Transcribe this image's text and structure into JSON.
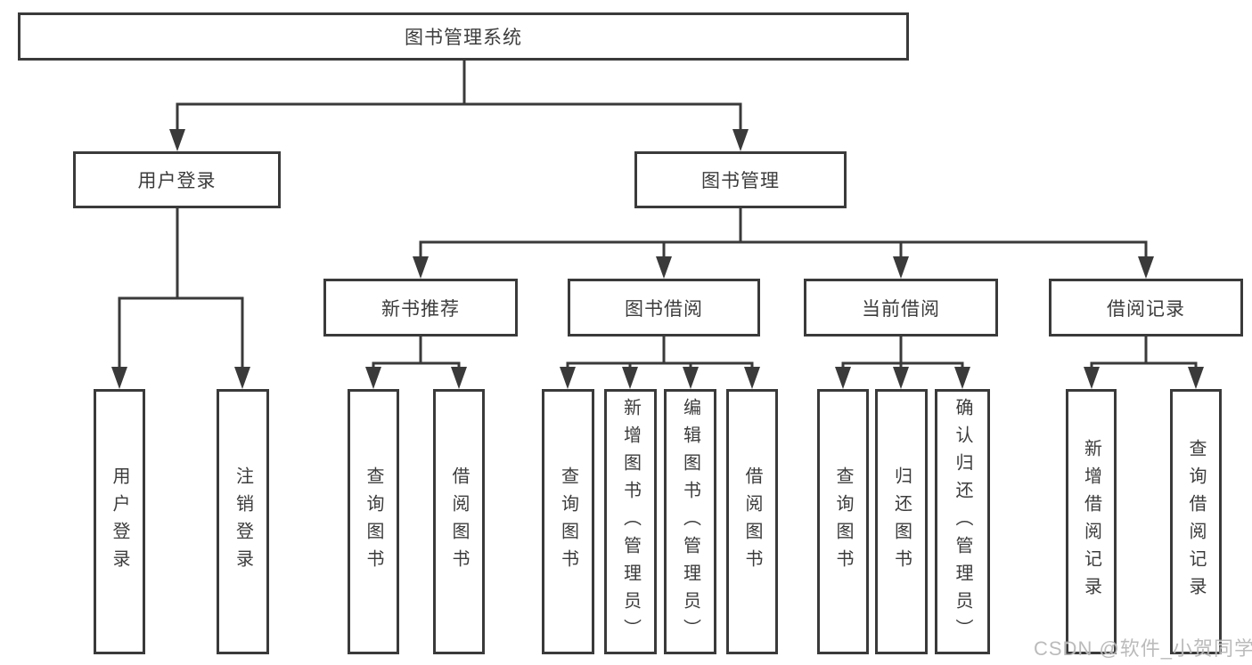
{
  "diagram": {
    "root": {
      "label": "图书管理系统"
    },
    "branches": [
      {
        "label": "用户登录",
        "leaves": [
          {
            "label": "用户登录"
          },
          {
            "label": "注销登录"
          }
        ]
      },
      {
        "label": "图书管理",
        "groups": [
          {
            "label": "新书推荐",
            "leaves": [
              {
                "label": "查询图书"
              },
              {
                "label": "借阅图书"
              }
            ]
          },
          {
            "label": "图书借阅",
            "leaves": [
              {
                "label": "查询图书"
              },
              {
                "label": "新增图书（管理员）"
              },
              {
                "label": "编辑图书（管理员）"
              },
              {
                "label": "借阅图书"
              }
            ]
          },
          {
            "label": "当前借阅",
            "leaves": [
              {
                "label": "查询图书"
              },
              {
                "label": "归还图书"
              },
              {
                "label": "确认归还（管理员）"
              }
            ]
          },
          {
            "label": "借阅记录",
            "leaves": [
              {
                "label": "新增借阅记录"
              },
              {
                "label": "查询借阅记录"
              }
            ]
          }
        ]
      }
    ]
  },
  "watermark": {
    "text": "CSDN @软件_小贺同学"
  },
  "colors": {
    "line": "#3a3a3a",
    "box_border": "#3a3a3a",
    "box_fill": "#ffffff",
    "text": "#3c3c3c",
    "watermark": "#a8a8a8"
  }
}
